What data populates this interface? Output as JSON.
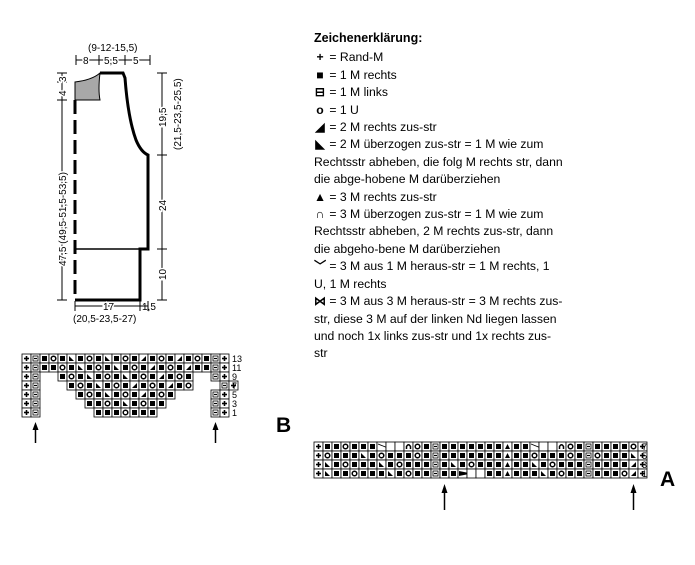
{
  "schematic": {
    "top_width": "(9-12-15,5)",
    "top_left": "8",
    "top_mid": "5,5",
    "top_right": "5",
    "neck_depth": "3",
    "shoulder": "4",
    "armhole_a": "19,5",
    "armhole_b": "(21,5-23,5-25,5)",
    "body_mid": "24",
    "body_bottom": "10",
    "total_length": "47,5 (49,5-51,5-53,5)",
    "bottom_width": "17",
    "bottom_edge": "1,5",
    "bottom_sizes": "(20,5-23,5-27)"
  },
  "legend": {
    "title": "Zeichenerklärung:",
    "items": [
      {
        "sym": "+",
        "icon": "plus-icon",
        "text": "= Rand-M"
      },
      {
        "sym": "■",
        "icon": "filled-square-icon",
        "text": "= 1 M rechts"
      },
      {
        "sym": "⊟",
        "icon": "minus-square-icon",
        "text": "= 1 M links"
      },
      {
        "sym": "o",
        "icon": "circle-icon",
        "text": "= 1 U"
      },
      {
        "sym": "◢",
        "icon": "right-triangle-icon",
        "text": "= 2 M rechts zus-str"
      },
      {
        "sym": "◣",
        "icon": "left-triangle-icon",
        "text": "= 2 M überzogen zus-str = 1 M wie zum Rechtsstr abheben, die folg M rechts str, dann die abge-hobene M darüberziehen"
      },
      {
        "sym": "▲",
        "icon": "up-triangle-icon",
        "text": "= 3 M rechts zus-str"
      },
      {
        "sym": "∩",
        "icon": "arch-icon",
        "text": "= 3 M überzogen zus-str = 1 M wie zum Rechtsstr abheben, 2 M rechts zus-str, dann die abgeho-bene M darüberziehen"
      },
      {
        "sym": "﹀",
        "icon": "v-increase-icon",
        "text": "= 3 M aus 1 M heraus-str = 1 M rechts, 1 U, 1 M rechts"
      },
      {
        "sym": "⋈",
        "icon": "bowtie-icon",
        "text": "= 3 M aus 3 M heraus-str = 3 M rechts zus-str, diese 3 M auf der linken Nd liegen lassen und noch 1x links zus-str und 1x rechts zus-str"
      }
    ]
  },
  "chart_b": {
    "label": "B",
    "row_numbers": [
      "13",
      "11",
      "9",
      "7",
      "5",
      "3",
      "1"
    ]
  },
  "chart_a": {
    "label": "A",
    "row_numbers": [
      "7",
      "5",
      "3",
      "1"
    ]
  }
}
